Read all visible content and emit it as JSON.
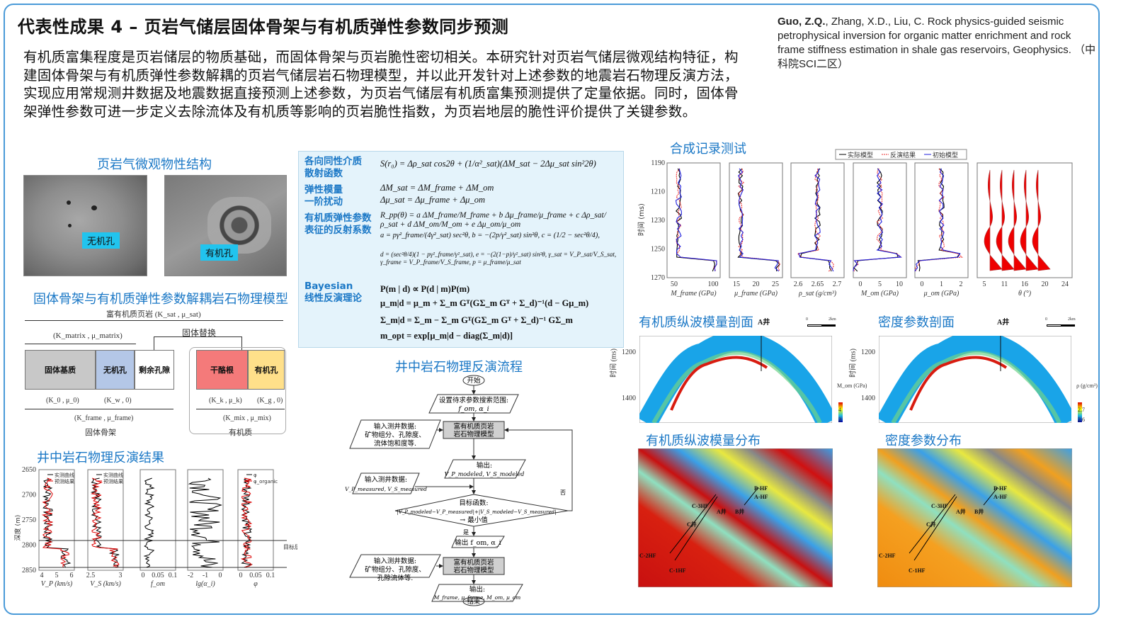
{
  "title": "代表性成果 4 – 页岩气储层固体骨架与有机质弹性参数同步预测",
  "citation": {
    "authors_bold": "Guo, Z.Q.",
    "rest": ", Zhang, X.D., Liu, C. Rock physics-guided seismic petrophysical inversion for organic matter enrichment and rock frame stiffness estimation in shale gas reservoirs, Geophysics. （中科院SCI二区）"
  },
  "paragraph": "有机质富集程度是页岩储层的物质基础，而固体骨架与页岩脆性密切相关。本研究针对页岩气储层微观结构特征，构建固体骨架与有机质弹性参数解耦的页岩气储层岩石物理模型，并以此开发针对上述参数的地震岩石物理反演方法，实现应用常规测井数据及地震数据直接预测上述参数，为页岩气储层有机质富集预测提供了定量依据。同时，固体骨架弹性参数可进一步定义去除流体及有机质等影响的页岩脆性指数，为页岩地层的脆性评价提供了关键参数。",
  "micro": {
    "title": "页岩气微观物性结构",
    "tag1": "无机孔",
    "tag2": "有机孔"
  },
  "model": {
    "title": "固体骨架与有机质弹性参数解耦岩石物理模型",
    "top": "富有机质页岩 (K_sat , μ_sat)",
    "matrix": "(K_matrix , μ_matrix)",
    "replace": "固体替换",
    "blocks": [
      "固体基质",
      "无机孔",
      "剩余孔隙",
      "干酪根",
      "有机孔"
    ],
    "sub": [
      "(K_0 , μ_0)",
      "(K_w , 0)",
      "(K_k , μ_k)",
      "(K_g , 0)"
    ],
    "frame": "(K_frame , μ_frame)",
    "mix": "(K_mix , μ_mix)",
    "frame_label": "固体骨架",
    "om_label": "有机质"
  },
  "formulas": {
    "l1": "各向同性介质\n散射函数",
    "e1": "S(r₀) = Δρ_sat cos2θ + (1/α²_sat)(ΔM_sat − 2Δμ_sat sin²2θ)",
    "l2": "弹性模量\n一阶扰动",
    "e2a": "ΔM_sat = ΔM_frame + ΔM_om",
    "e2b": "Δμ_sat = Δμ_frame + Δμ_om",
    "l3": "有机质弹性参数\n表征的反射系数",
    "e3": "R_pp(θ) = a ΔM_frame/M_frame + b Δμ_frame/μ_frame + c Δρ_sat/ρ_sat + d ΔM_om/M_om + e Δμ_om/μ_om",
    "e4": "a = pγ²_frame/(4γ²_sat) sec²θ, b = −(2p/γ²_sat) sin²θ, c = (1/2 − sec²θ/4),",
    "e5": "d = (sec²θ/4)(1 − pγ²_frame/γ²_sat), e = −(2(1−p)/γ²_sat) sin²θ, γ_sat = V_P_sat/V_S_sat, γ_frame = V_P_frame/V_S_frame, p = μ_frame/μ_sat",
    "l4": "Bayesian\n线性反演理论",
    "e6": "P(m | d) ∝ P(d | m)P(m)",
    "e7": "μ_m|d = μ_m + Σ_m Gᵀ(GΣ_m Gᵀ + Σ_d)⁻¹(d − Gμ_m)",
    "e8": "Σ_m|d = Σ_m − Σ_m Gᵀ(GΣ_m Gᵀ + Σ_d)⁻¹ GΣ_m",
    "e9": "m_opt = exp[μ_m|d − diag(Σ_m|d)]"
  },
  "flow": {
    "title": "井中岩石物理反演流程",
    "start": "开始",
    "s1a": "设置待求参数搜索范围:",
    "s1b": "f_om, α_i",
    "in1a": "输入测井数据:",
    "in1b": "矿物组分、孔隙度、",
    "in1c": "流体饱和度等.",
    "m1a": "富有机质页岩",
    "m1b": "岩石物理模型",
    "o1a": "输出:",
    "o1b": "V_P_modeled, V_S_modeled",
    "in2a": "输入测井数据:",
    "in2b": "V_P_measured, V_S_measured",
    "d1": "目标函数:",
    "d2": "|V_P_modeled−V_P_measured|+|V_S_modeled−V_S_measured|",
    "d3": "→ 最小值",
    "yes": "是",
    "no": "否",
    "o2": "输出 f_om, α_i",
    "in3a": "输入测井数据:",
    "in3b": "矿物组分、孔隙度、",
    "in3c": "孔隙流体等.",
    "o3a": "输出:",
    "o3b": "M_frame, μ_frame, M_om, μ_om",
    "end": "结束"
  },
  "logs": {
    "title": "井中岩石物理反演结果",
    "ylabel": "深度 (m)",
    "yticks": [
      "2650",
      "2700",
      "2750",
      "2800",
      "2850"
    ],
    "panels": [
      {
        "xticks": [
          "4",
          "5",
          "6"
        ],
        "xlabel": "V_P (km/s)",
        "legend": [
          "实测曲线",
          "预测结果"
        ]
      },
      {
        "xticks": [
          "2.5",
          "3"
        ],
        "xlabel": "V_S (km/s)",
        "legend": [
          "实测曲线",
          "预测结果"
        ]
      },
      {
        "xticks": [
          "0",
          "0.05",
          "0.1"
        ],
        "xlabel": "f_om",
        "legend": []
      },
      {
        "xticks": [
          "-2",
          "-1",
          "0"
        ],
        "xlabel": "lg(α_i)",
        "legend": []
      },
      {
        "xticks": [
          "0",
          "0.05",
          "0.1"
        ],
        "xlabel": "φ",
        "legend": [
          "φ",
          "φ_organic"
        ]
      }
    ],
    "target": "目标层"
  },
  "synth": {
    "title": "合成记录测试",
    "legend": [
      "实际模型",
      "反演结果",
      "初始模型"
    ],
    "ylabel": "时间 (ms)",
    "yticks": [
      "1190",
      "1210",
      "1230",
      "1250",
      "1270"
    ],
    "panels": [
      {
        "xticks": [
          "50",
          "100"
        ],
        "xlabel": "M_frame (GPa)"
      },
      {
        "xticks": [
          "15",
          "20",
          "25"
        ],
        "xlabel": "μ_frame (GPa)"
      },
      {
        "xticks": [
          "2.6",
          "2.65",
          "2.7"
        ],
        "xlabel": "ρ_sat (g/cm³)"
      },
      {
        "xticks": [
          "0",
          "5",
          "10"
        ],
        "xlabel": "M_om (GPa)"
      },
      {
        "xticks": [
          "0",
          "1",
          "2"
        ],
        "xlabel": "μ_om (GPa)"
      },
      {
        "xticks": [
          "5",
          "11",
          "16",
          "20",
          "24"
        ],
        "xlabel": "θ (°)"
      }
    ]
  },
  "sections": [
    {
      "title": "有机质纵波模量剖面",
      "well": "A井",
      "scale": [
        "0",
        "2km"
      ],
      "ylabel": "时间 (ms)",
      "yticks": [
        "1200",
        "1400"
      ],
      "cb_label": "M_om (GPa)",
      "cb_ticks": [
        "4",
        "2"
      ]
    },
    {
      "title": "密度参数剖面",
      "well": "A井",
      "scale": [
        "0",
        "2km"
      ],
      "ylabel": "时间 (ms)",
      "yticks": [
        "1200",
        "1400"
      ],
      "cb_label": "ρ (g/cm³)",
      "cb_ticks": [
        "2.7",
        "2.65",
        "2.6"
      ]
    }
  ],
  "maps": [
    {
      "title": "有机质纵波模量分布"
    },
    {
      "title": "密度参数分布"
    }
  ],
  "map_labels": {
    "wells": [
      "B-HF",
      "A-HF",
      "C-3HF",
      "A井",
      "B井",
      "C井",
      "C-2HF",
      "C-1HF"
    ]
  },
  "colors": {
    "accent": "#1b78c6",
    "border": "#4a9ad8",
    "formula_bg": "#e4f3fb"
  }
}
